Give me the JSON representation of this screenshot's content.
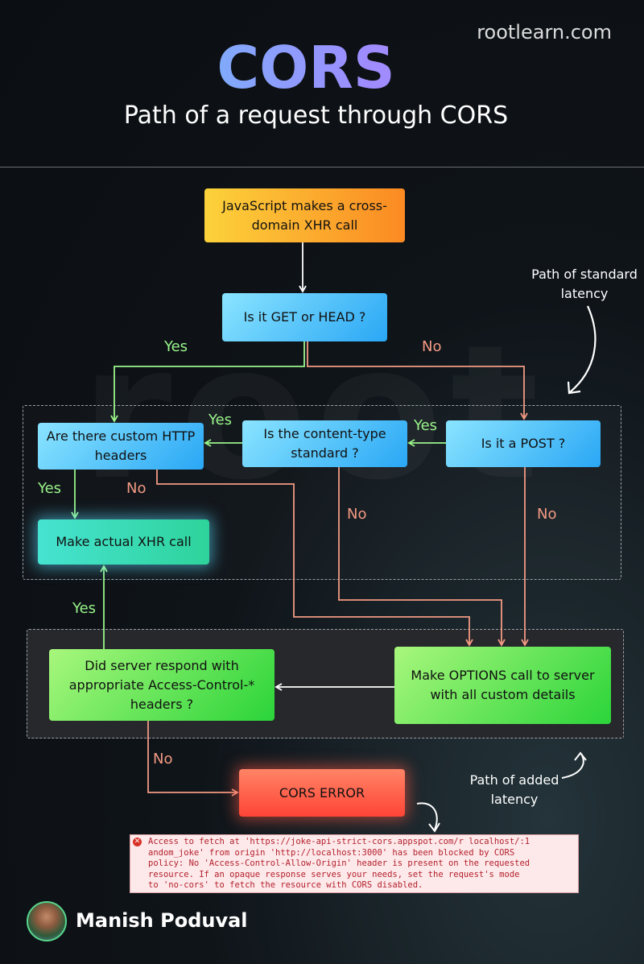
{
  "header": {
    "site": "rootlearn.com",
    "title": "CORS",
    "subtitle": "Path of a request through CORS",
    "watermark": "root"
  },
  "nodes": {
    "start": "JavaScript makes a cross-domain XHR call",
    "get_head": "Is it GET or HEAD ?",
    "post": "Is it a POST ?",
    "content_type": "Is the content-type standard ?",
    "custom_headers": "Are there custom HTTP headers",
    "actual_xhr": "Make actual XHR call",
    "options_call": "Make OPTIONS call to server with all custom details",
    "server_respond": "Did server respond with appropriate Access-Control-* headers ?",
    "cors_error": "CORS ERROR"
  },
  "edge_labels": {
    "yes": "Yes",
    "no": "No"
  },
  "annotations": {
    "standard_latency": "Path of standard latency",
    "added_latency": "Path of added latency"
  },
  "error_log": {
    "text": "Access to fetch at 'https://joke-api-strict-cors.appspot.com/r localhost/:1\nandom_joke' from origin 'http://localhost:3000' has been blocked by CORS\npolicy: No 'Access-Control-Allow-Origin' header is present on the requested\nresource. If an opaque response serves your needs, set the request's mode\nto 'no-cors' to fetch the resource with CORS disabled."
  },
  "footer": {
    "author": "Manish Poduval"
  },
  "colors": {
    "yes_edge": "#9af58a",
    "no_edge": "#f39a83",
    "default_edge": "#ffffff"
  }
}
